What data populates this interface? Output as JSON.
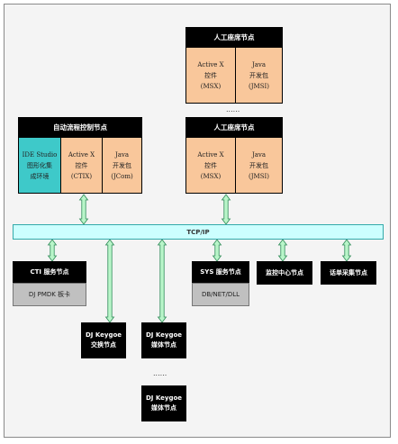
{
  "colors": {
    "module": "#f9c79b",
    "ide": "#3ec9c9",
    "bus": "#ccffff",
    "arrow": "#b9f5c9",
    "arrow_stroke": "#2e8b57"
  },
  "agent_top": {
    "title": "人工座席节点",
    "activex": "Active X\n控件\n(MSX)",
    "java": "Java\n开发包\n(JMSI)"
  },
  "ellipsis_agents": "......",
  "agent_bottom": {
    "title": "人工座席节点",
    "activex": "Active X\n控件\n(MSX)",
    "java": "Java\n开发包\n(JMSI)"
  },
  "auto_flow": {
    "title": "自动流程控制节点",
    "ide": "IDE Studio\n图形化集\n成环境",
    "activex": "Active X\n控件\n(CTIX)",
    "java": "Java\n开发包\n(JCom)"
  },
  "bus_label": "TCP/IP",
  "cti": {
    "title": "CTI 服务节点",
    "card": "DJ PMDK 板卡"
  },
  "sys": {
    "title": "SYS 服务节点",
    "lib": "DB/NET/DLL"
  },
  "monitor": "监控中心节点",
  "report": "话单采集节点",
  "keygoe_switch": "DJ Keygoe\n交换节点",
  "keygoe_media_1": "DJ Keygoe\n媒体节点",
  "ellipsis_media": "......",
  "keygoe_media_2": "DJ Keygoe\n媒体节点"
}
